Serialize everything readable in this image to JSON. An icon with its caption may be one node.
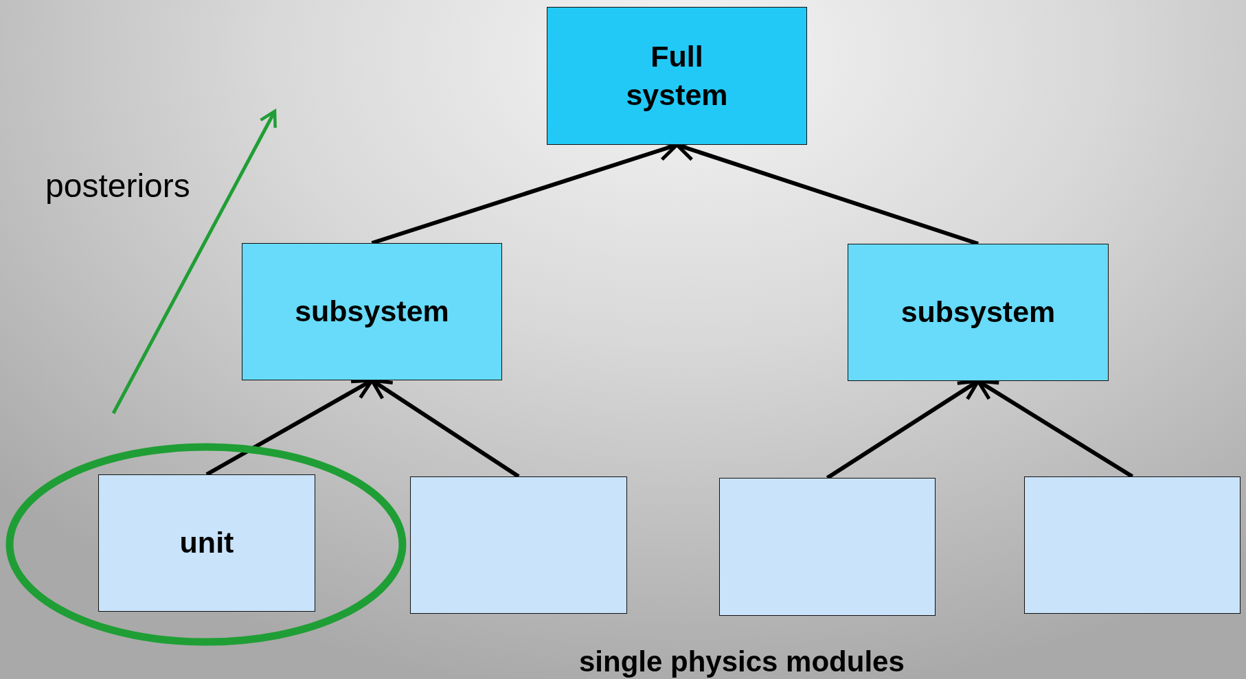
{
  "diagram": {
    "nodes": [
      {
        "text": [
          "Full system"
        ]
      },
      {
        "text": [
          "subsystem"
        ]
      },
      {
        "text": [
          "subsystem"
        ]
      },
      {
        "text": [
          "unit"
        ]
      },
      {
        "text": [],
        "shape": "box"
      },
      {
        "text": [],
        "shape": "box"
      },
      {
        "text": [],
        "shape": "box"
      }
    ],
    "edges": [
      {
        "from": 1,
        "to": 0,
        "arrow": "to"
      },
      {
        "from": 2,
        "to": 0,
        "arrow": "to"
      },
      {
        "from": 3,
        "to": 1,
        "arrow": "to"
      },
      {
        "from": 4,
        "to": 1,
        "arrow": "to"
      },
      {
        "from": 5,
        "to": 2,
        "arrow": "to"
      },
      {
        "from": 6,
        "to": 2,
        "arrow": "to"
      }
    ],
    "labels": [
      "posteriors",
      "single physics modules"
    ]
  }
}
